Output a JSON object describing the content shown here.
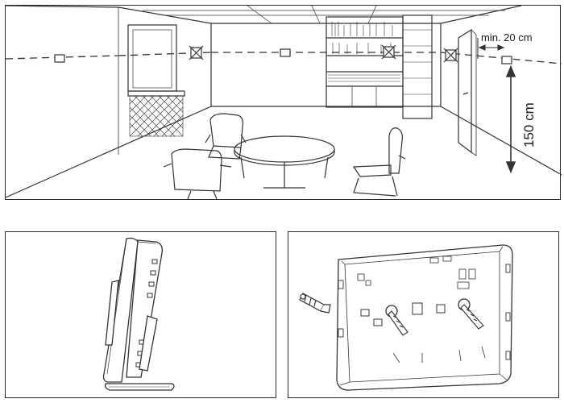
{
  "room": {
    "min_distance_label": "min. 20 cm",
    "height_label": "150 cm",
    "mount_marker_icon": "rectangle-marker-icon",
    "forbidden_marker_icon": "crossed-box-icon"
  },
  "panels": {
    "room_scene_icon": "room-interior-illustration",
    "stand_view_icon": "desk-stand-side-view",
    "wall_bracket_icon": "wall-mounting-bracket"
  }
}
